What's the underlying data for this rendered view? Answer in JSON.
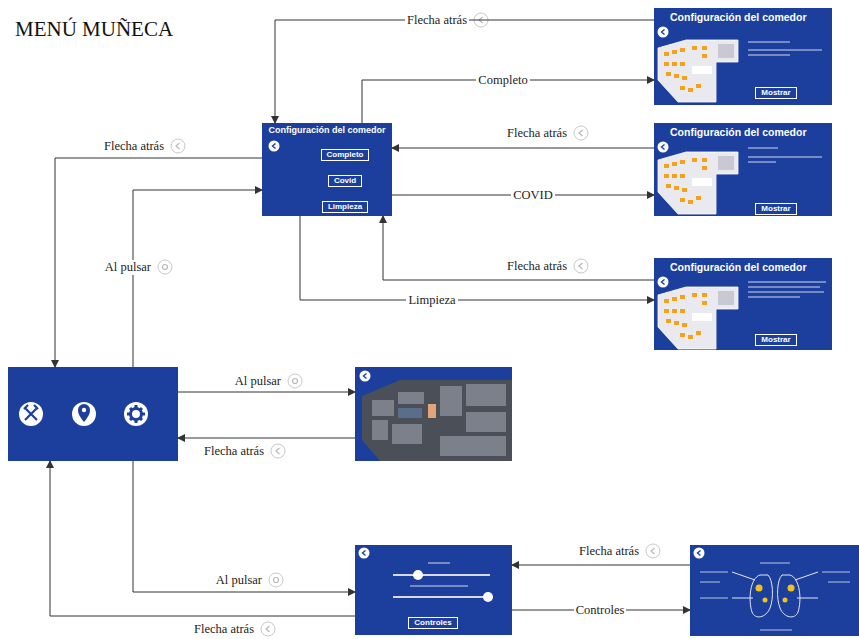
{
  "diagram": {
    "title": "MENÚ MUÑECA",
    "nodes": [
      {
        "text": [
          "Configuración del comedor"
        ]
      },
      {
        "text": [
          "Mostrar"
        ],
        "in": 0
      },
      {
        "text": [
          "Configuración del comedor"
        ]
      },
      {
        "text": [
          "Completo"
        ],
        "in": 2
      },
      {
        "text": [
          "Covid"
        ],
        "in": 2
      },
      {
        "text": [
          "Limpieza"
        ],
        "in": 2
      },
      {
        "text": [
          "Configuración del comedor"
        ]
      },
      {
        "text": [
          "Mostrar"
        ],
        "in": 6
      },
      {
        "text": [
          "Configuración del comedor"
        ]
      },
      {
        "text": [
          "Mostrar"
        ],
        "in": 8
      },
      {
        "text": []
      },
      {
        "text": []
      },
      {
        "text": []
      },
      {
        "text": [
          "Controles"
        ],
        "in": 12
      },
      {
        "text": []
      }
    ],
    "edges": [
      {
        "from": 2,
        "to": 0,
        "label": "Completo",
        "arrow": "to"
      },
      {
        "from": 0,
        "to": 2,
        "label": "Flecha atrás",
        "arrow": "to"
      },
      {
        "from": 6,
        "to": 2,
        "label": "Flecha atrás",
        "arrow": "to"
      },
      {
        "from": 2,
        "to": 6,
        "label": "COVID",
        "arrow": "to"
      },
      {
        "from": 8,
        "to": 2,
        "label": "Flecha atrás",
        "arrow": "to"
      },
      {
        "from": 2,
        "to": 8,
        "label": "Limpieza",
        "arrow": "to"
      },
      {
        "from": 2,
        "to": 10,
        "label": "Flecha atrás",
        "arrow": "to"
      },
      {
        "from": 10,
        "to": 2,
        "label": "Al pulsar",
        "arrow": "to"
      },
      {
        "from": 10,
        "to": 11,
        "label": "Al pulsar",
        "arrow": "to"
      },
      {
        "from": 11,
        "to": 10,
        "label": "Flecha atrás",
        "arrow": "to"
      },
      {
        "from": 10,
        "to": 12,
        "label": "Al pulsar",
        "arrow": "to"
      },
      {
        "from": 12,
        "to": 10,
        "label": "Flecha atrás",
        "arrow": "to"
      },
      {
        "from": 14,
        "to": 12,
        "label": "Flecha atrás",
        "arrow": "to"
      },
      {
        "from": 12,
        "to": 14,
        "label": "Controles",
        "arrow": "to"
      }
    ]
  }
}
